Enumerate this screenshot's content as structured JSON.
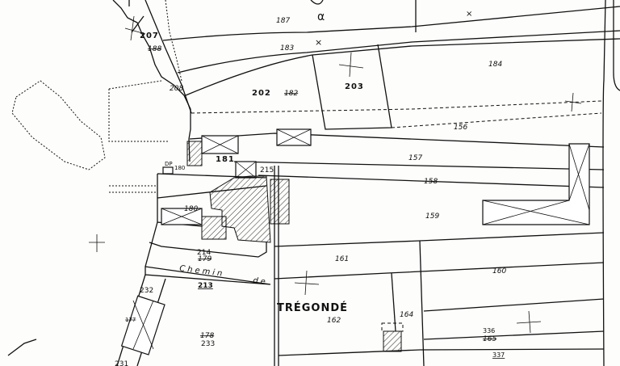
{
  "map": {
    "place_name": "TRÉGONDÉ",
    "road_label": [
      "Chemin",
      "de"
    ],
    "road_parcel": "213",
    "marks": {
      "alpha": "α",
      "cross": "×"
    },
    "dp_label": [
      "DP",
      "180"
    ],
    "parcels": {
      "p187": "187",
      "p207": "207",
      "p188": "188",
      "p183": "183",
      "p208": "208",
      "p202": "202",
      "p182": "182",
      "p203": "203",
      "p184": "184",
      "p156": "156",
      "p181": "181",
      "p215": "215",
      "p157": "157",
      "p158": "158",
      "p159": "159",
      "p180": "180",
      "p214": "214",
      "p179": "179",
      "p161": "161",
      "p160": "160",
      "p232": "232",
      "p177": "177",
      "p178": "178",
      "p233": "233",
      "p162": "162",
      "p164": "164",
      "p336": "336",
      "p165": "165",
      "p337": "337",
      "p231": "231"
    }
  }
}
